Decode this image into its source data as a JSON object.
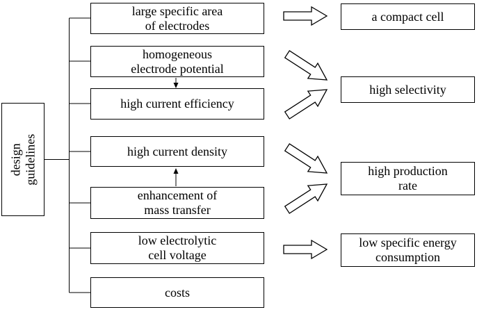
{
  "diagram": {
    "root_label": "design\nguidelines",
    "guidelines": [
      {
        "label": "large specific area\nof electrodes"
      },
      {
        "label": "homogeneous\nelectrode potential"
      },
      {
        "label": "high current efficiency"
      },
      {
        "label": "high current density"
      },
      {
        "label": "enhancement of\nmass transfer"
      },
      {
        "label": "low electrolytic\ncell voltage"
      },
      {
        "label": "costs"
      }
    ],
    "outcomes": [
      {
        "label": "a compact cell"
      },
      {
        "label": "high selectivity"
      },
      {
        "label": "high production\nrate"
      },
      {
        "label": "low specific energy\nconsumption"
      }
    ],
    "colors": {
      "ink": "#000000",
      "background": "#ffffff"
    }
  }
}
